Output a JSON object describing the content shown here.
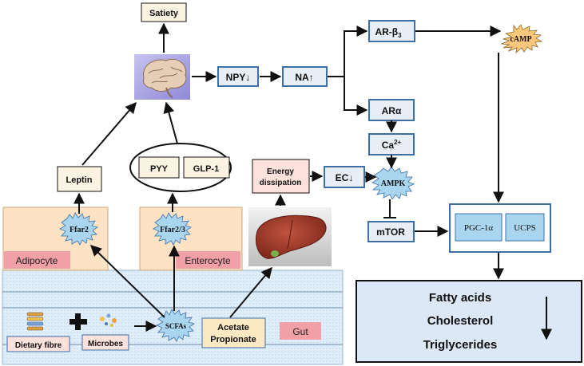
{
  "nodes": {
    "satiety": "Satiety",
    "npy": "NPY↓",
    "na": "NA↑",
    "ar_beta3": "AR-β",
    "ar_beta3_sub": "3",
    "camp": "cAMP",
    "ar_alpha": "ARα",
    "ca": "Ca",
    "ca_sup": "2+",
    "pyy": "PYY",
    "glp1": "GLP-1",
    "leptin": "Leptin",
    "energy_dissipation_1": "Energy",
    "energy_dissipation_2": "dissipation",
    "ec": "EC↓",
    "ampk": "AMPK",
    "mtor": "mTOR",
    "ffar2": "Ffar2",
    "ffar23": "Ffar2/3",
    "adipocyte": "Adipocyte",
    "enterocyte": "Enterocyte",
    "pgc1a": "PGC-1α",
    "ucps": "UCPS",
    "fatty_acids": "Fatty acids",
    "cholesterol": "Cholesterol",
    "triglycerides": "Triglycerides",
    "dietary_fibre": "Dietary fibre",
    "microbes": "Microbes",
    "scfas": "SCFAs",
    "acetate": "Acetate",
    "propionate": "Propionate",
    "gut": "Gut"
  },
  "colors": {
    "box_fill": "#fdf3e3",
    "blue_border": "#3d6fa8",
    "blue_fill": "#e8eef6",
    "cell_fill": "#fde3c4",
    "pink_label": "#f2a0a8",
    "star_blue": "#a9d6ee",
    "star_orange": "#fbc77c",
    "gut_fill": "#dfeefa"
  }
}
